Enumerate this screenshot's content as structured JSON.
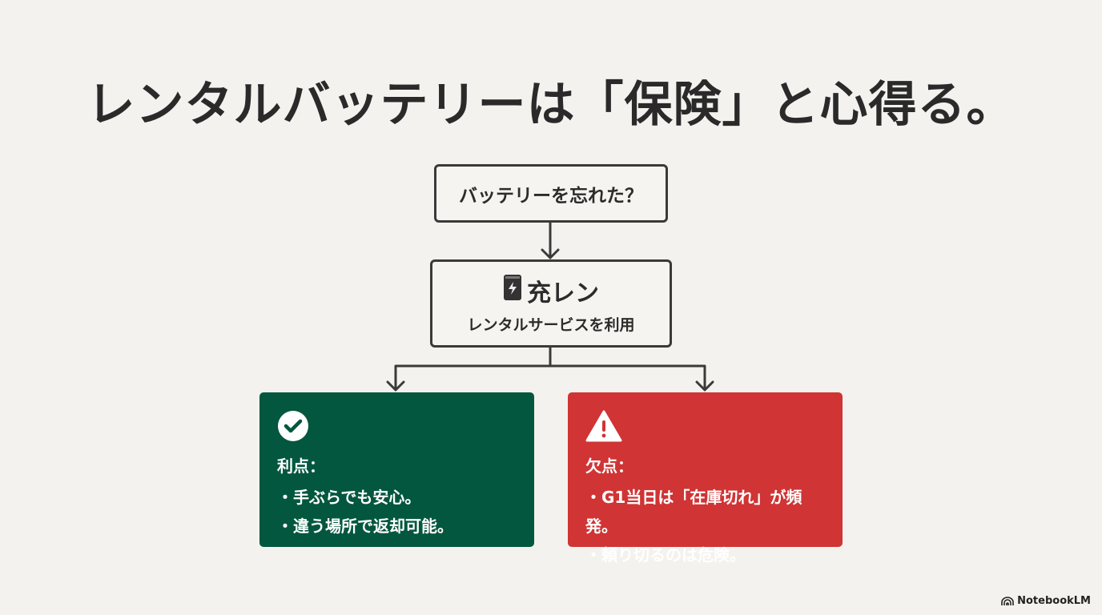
{
  "title": "レンタルバッテリーは「保険」と心得る。",
  "question": "バッテリーを忘れた？",
  "service": {
    "name": "充レン",
    "description": "レンタルサービスを利用",
    "icon": "battery-charging-icon"
  },
  "pros": {
    "icon": "check-circle-icon",
    "heading": "利点：",
    "items": [
      "・手ぶらでも安心。",
      "・違う場所で返却可能。"
    ],
    "color": "#02573e"
  },
  "cons": {
    "icon": "warning-triangle-icon",
    "heading": "欠点：",
    "items": [
      "・G1当日は「在庫切れ」が頻発。",
      "・頼り切るのは危険。"
    ],
    "color": "#d03434"
  },
  "brand": "NotebookLM"
}
